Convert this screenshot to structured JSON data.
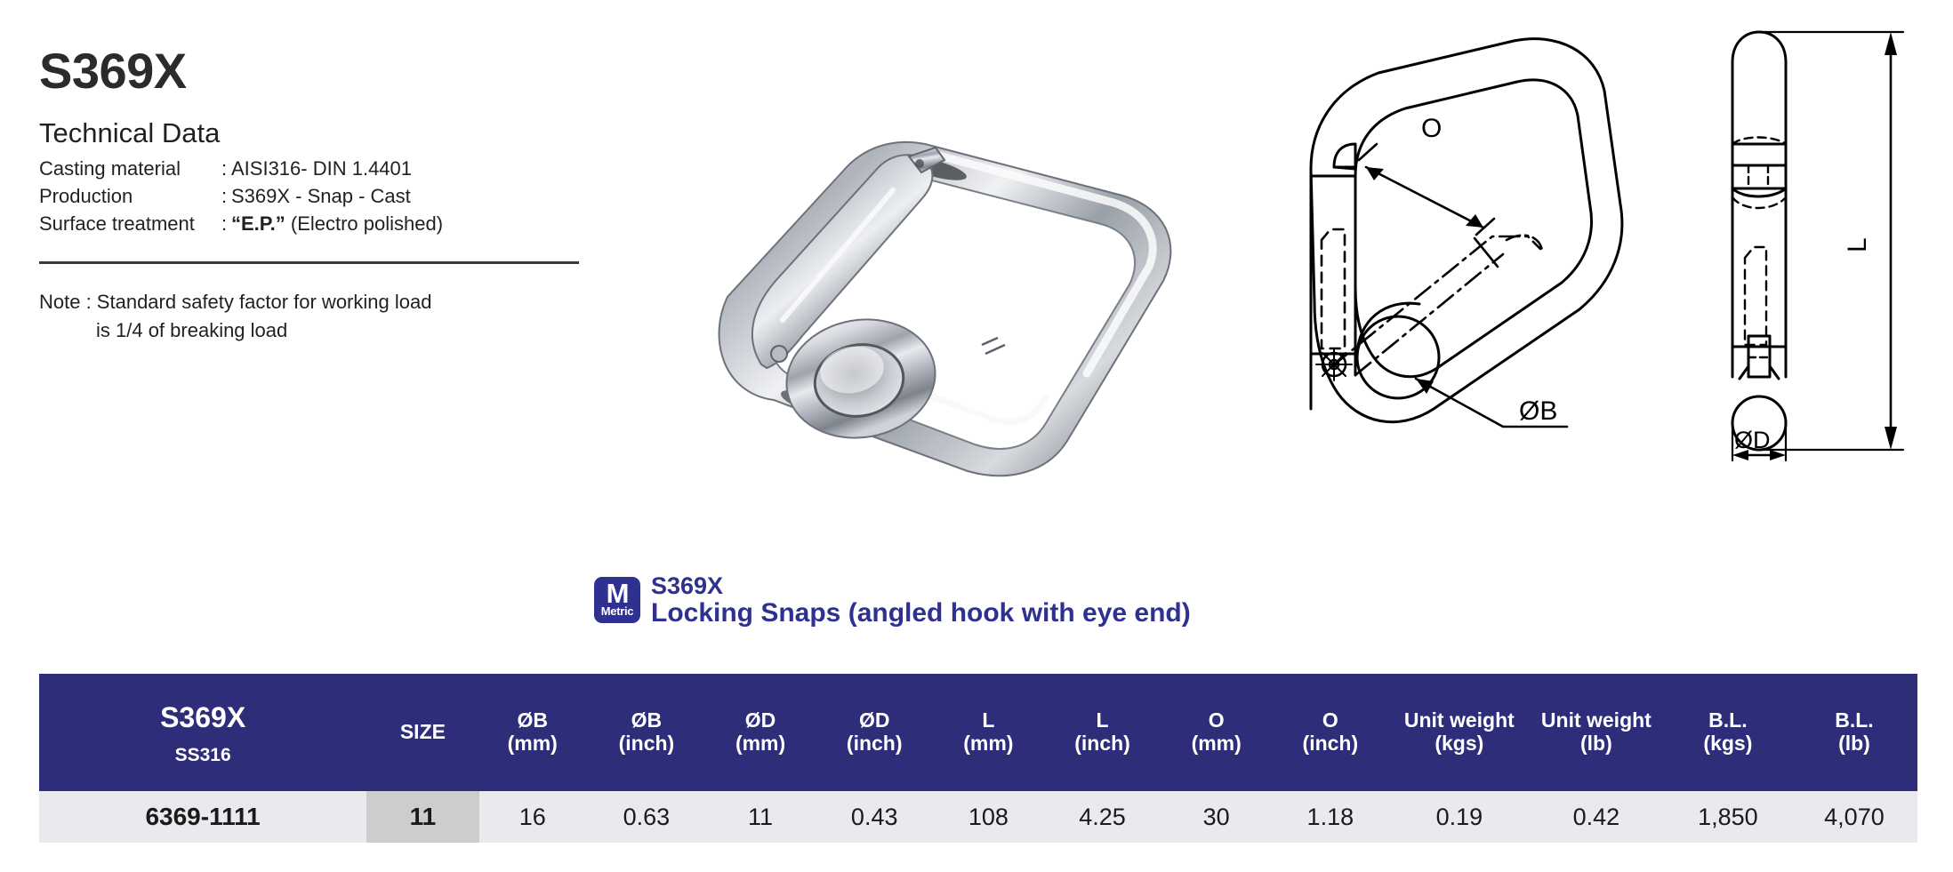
{
  "product": {
    "code": "S369X",
    "tech_heading": "Technical Data",
    "specs": [
      {
        "label": "Casting material",
        "sep": ":",
        "value": "AISI316- DIN 1.4401"
      },
      {
        "label": "Production",
        "sep": ":",
        "value": "S369X - Snap - Cast"
      },
      {
        "label": "Surface treatment",
        "sep": ":",
        "value_bold": "“E.P.”",
        "value_rest": " (Electro polished)"
      }
    ],
    "note_line1": "Note : Standard safety factor for working load",
    "note_line2": "is 1/4 of breaking load"
  },
  "title_bar": {
    "badge_letter": "M",
    "badge_label": "Metric",
    "line1": "S369X",
    "line2": "Locking Snaps (angled hook with eye end)",
    "color": "#2f3191"
  },
  "drawings": {
    "front_view_labels": {
      "gate_opening": "O",
      "eye_diameter": "ØB"
    },
    "side_view_labels": {
      "length": "L",
      "stock_diameter": "ØD"
    }
  },
  "table": {
    "header_bg": "#2e2d7a",
    "row_bg": "#e9eaee",
    "size_cell_bg": "#cdcdce",
    "columns": [
      {
        "main": "S369X",
        "sub": "SS316",
        "unit": "",
        "kind": "name"
      },
      {
        "main": "SIZE",
        "unit": ""
      },
      {
        "main": "ØB",
        "unit": "(mm)"
      },
      {
        "main": "ØB",
        "unit": "(inch)"
      },
      {
        "main": "ØD",
        "unit": "(mm)"
      },
      {
        "main": "ØD",
        "unit": "(inch)"
      },
      {
        "main": "L",
        "unit": "(mm)"
      },
      {
        "main": "L",
        "unit": "(inch)"
      },
      {
        "main": "O",
        "unit": "(mm)"
      },
      {
        "main": "O",
        "unit": "(inch)"
      },
      {
        "main": "Unit weight",
        "unit": "(kgs)"
      },
      {
        "main": "Unit weight",
        "unit": "(lb)"
      },
      {
        "main": "B.L.",
        "unit": "(kgs)"
      },
      {
        "main": "B.L.",
        "unit": "(lb)"
      }
    ],
    "rows": [
      {
        "code": "6369-1111",
        "size": "11",
        "b_mm": "16",
        "b_inch": "0.63",
        "d_mm": "11",
        "d_inch": "0.43",
        "l_mm": "108",
        "l_inch": "4.25",
        "o_mm": "30",
        "o_inch": "1.18",
        "unit_weight_kgs": "0.19",
        "unit_weight_lb": "0.42",
        "bl_kgs": "1,850",
        "bl_lb": "4,070"
      }
    ]
  }
}
